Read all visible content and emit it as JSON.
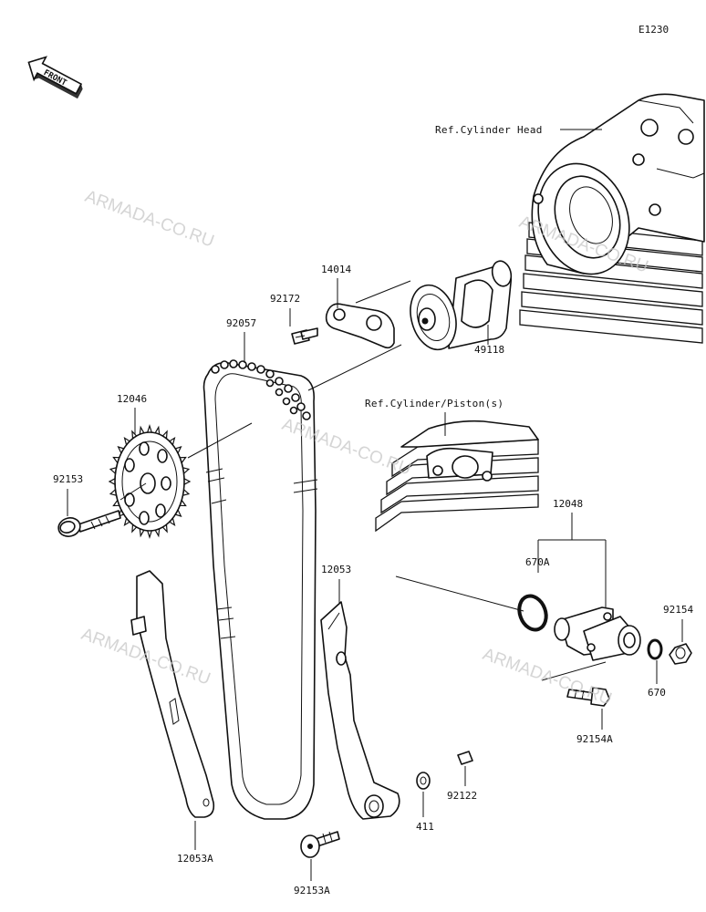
{
  "diagram_code": "E1230",
  "front_label": "FRONT",
  "references": {
    "cylinder_head": "Ref.Cylinder Head",
    "cylinder_piston": "Ref.Cylinder/Piston(s)"
  },
  "watermark": "ARMADA-CO.RU",
  "parts": {
    "p14014": "14014",
    "p92172": "92172",
    "p92057": "92057",
    "p49118": "49118",
    "p12046": "12046",
    "p92153": "92153",
    "p12048": "12048",
    "p670A": "670A",
    "p92154": "92154",
    "p670": "670",
    "p92154A": "92154A",
    "p12053": "12053",
    "p92122": "92122",
    "p411": "411",
    "p12053A": "12053A",
    "p92153A": "92153A"
  }
}
